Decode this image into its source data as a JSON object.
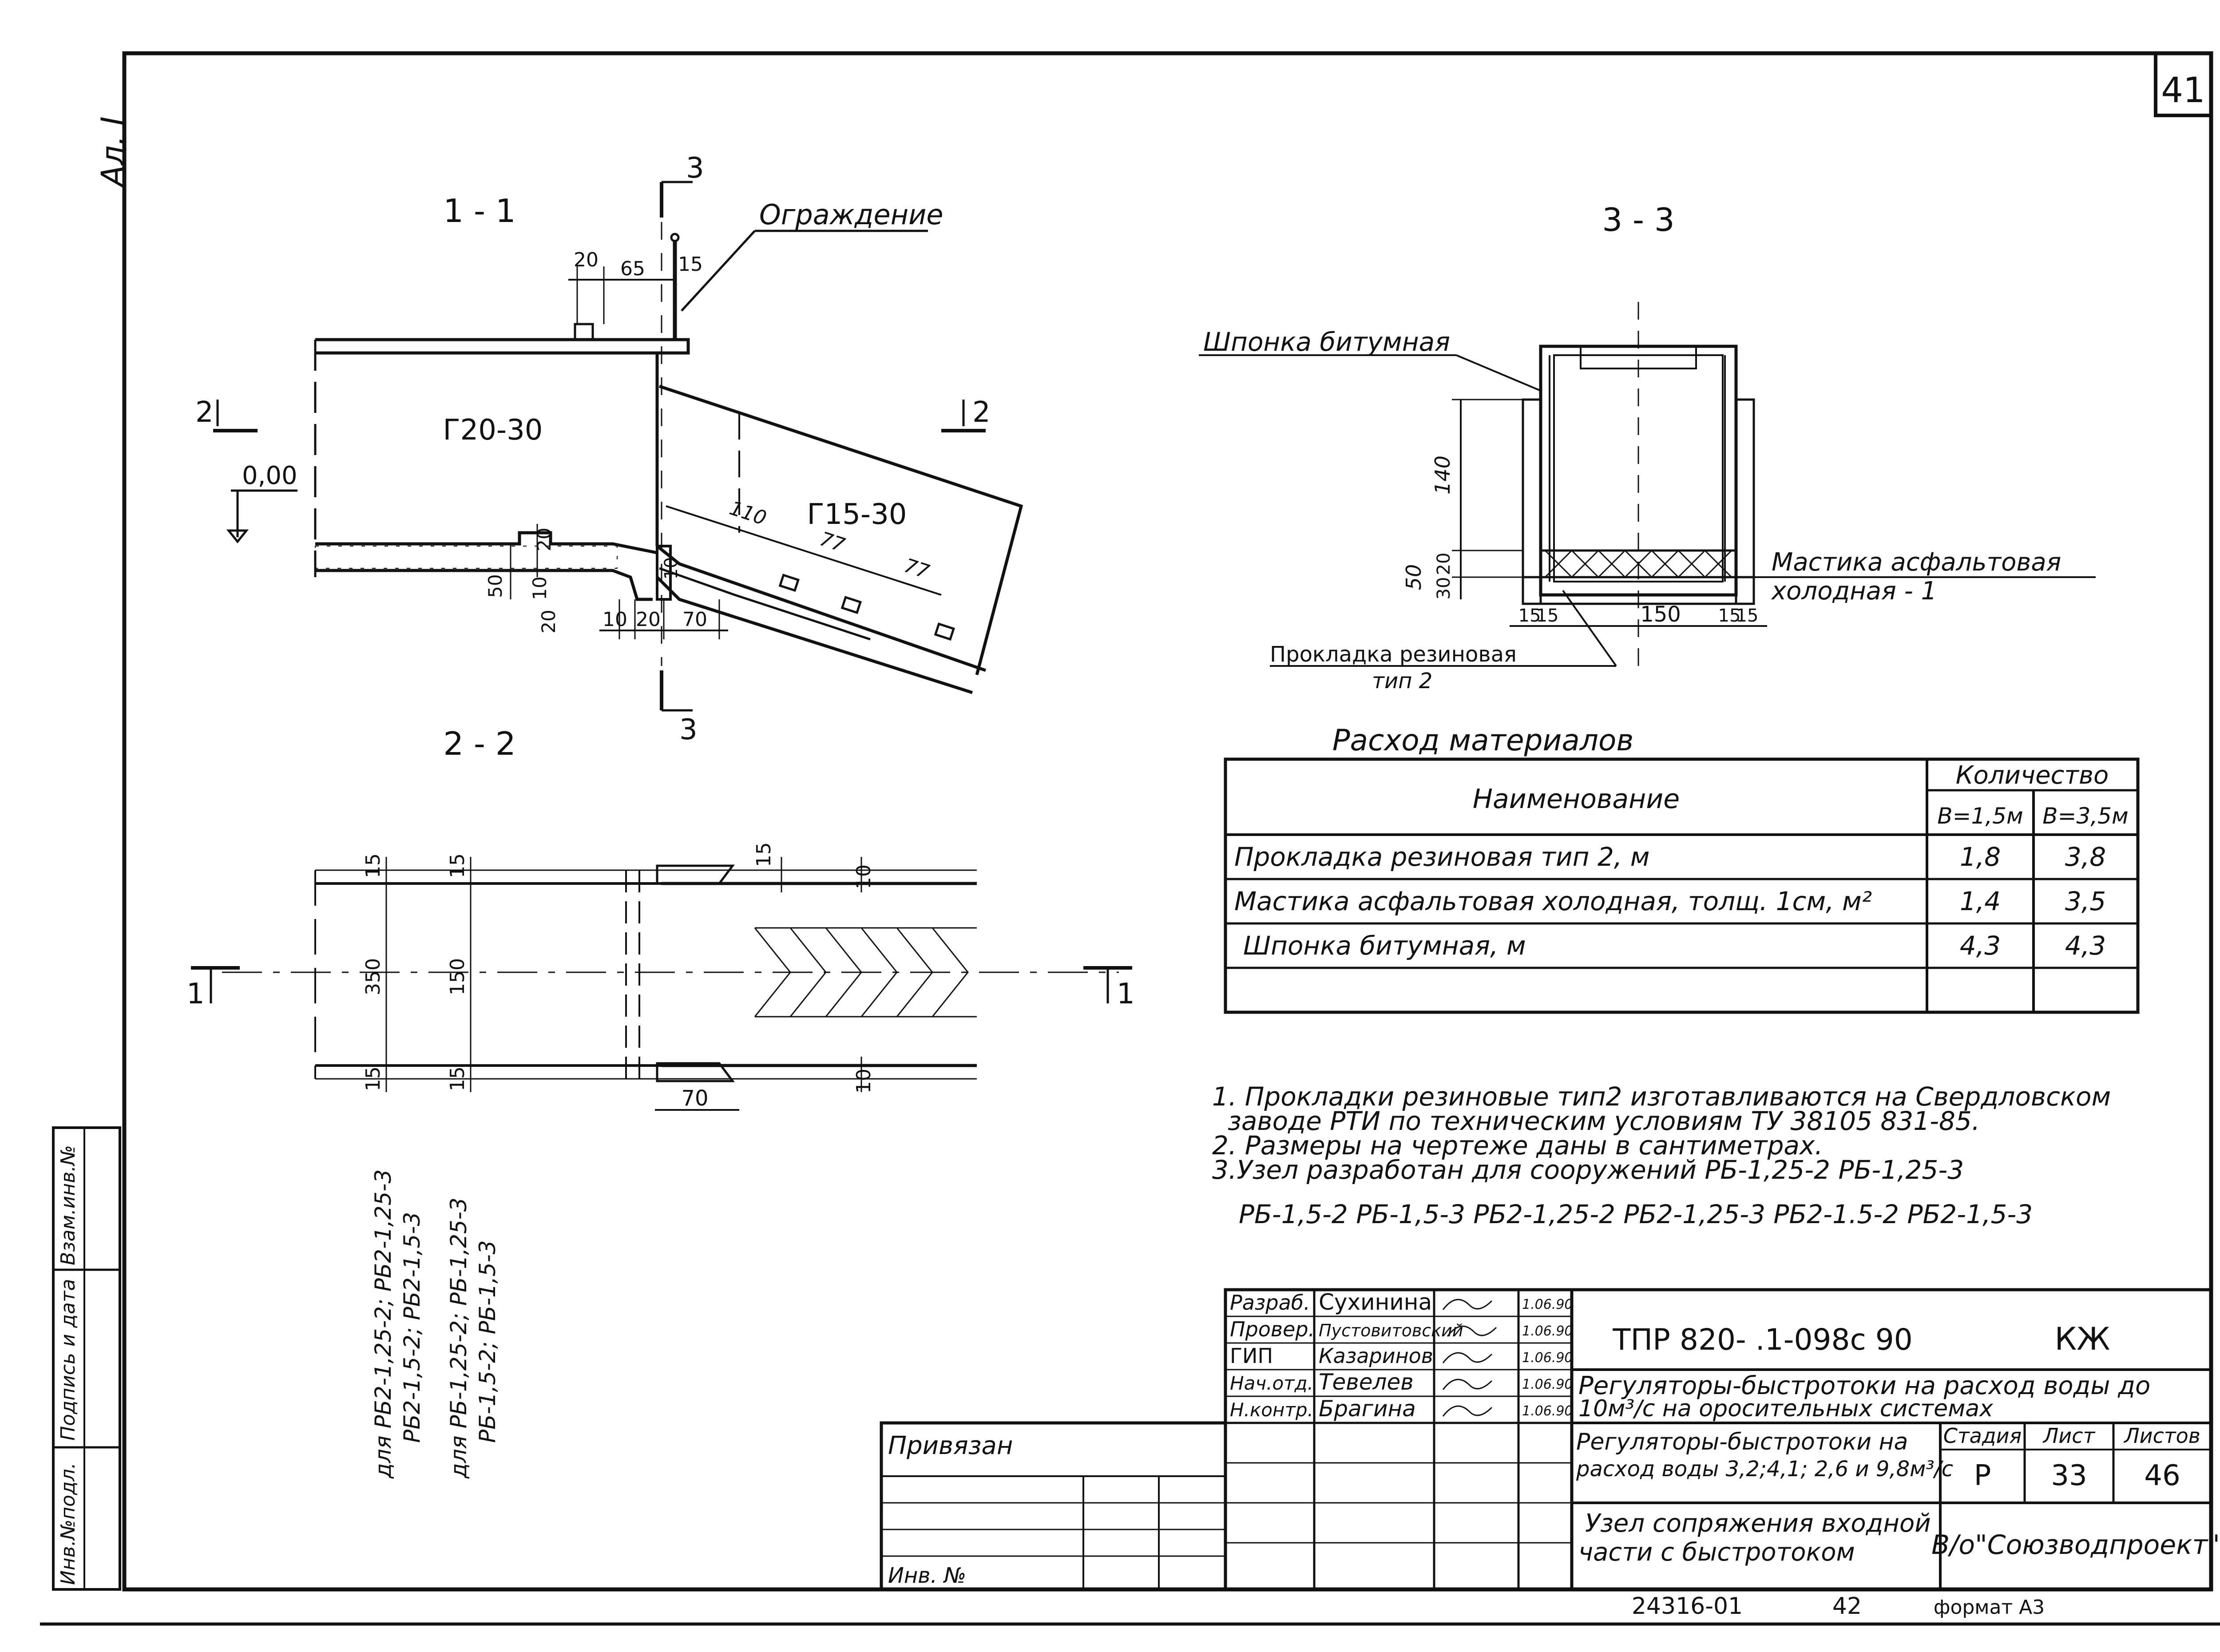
{
  "sheet": {
    "page_number": "41",
    "side_label": "Ал. I",
    "format_label": "формат А3",
    "archive_number": "24316-01",
    "archive_page": "42"
  },
  "side_stamp": {
    "cells": [
      "Инв.№подл.",
      "Подпись и дата",
      "Взам.инв.№"
    ]
  },
  "section_1_1": {
    "title": "1 - 1",
    "fence_label": "Ограждение",
    "block_left": "Г20-30",
    "block_right": "Г15-30",
    "level_mark": "0,00",
    "cut_2_left": "2",
    "cut_2_right": "2",
    "cut_3_top": "3",
    "cut_3_bottom": "3",
    "dims": [
      "20",
      "65",
      "15",
      "20",
      "50",
      "10",
      "20",
      "10",
      "20",
      "70",
      "10",
      "110",
      "77",
      "77"
    ]
  },
  "section_2_2": {
    "title": "2 - 2",
    "cut_1_left": "1",
    "cut_1_right": "1",
    "dims": [
      "15",
      "15",
      "15",
      "10",
      "350",
      "150",
      "15",
      "15",
      "10",
      "70"
    ],
    "note_rb2": [
      "для РБ2-1,25-2; РБ2-1,25-3",
      "РБ2-1,5-2; РБ2-1,5-3"
    ],
    "note_rb": [
      "для РБ-1,25-2; РБ-1,25-3",
      "РБ-1,5-2; РБ-1,5-3"
    ]
  },
  "section_3_3": {
    "title": "3 - 3",
    "label_shponka": "Шпонка битумная",
    "label_mastika_1": "Мастика асфальтовая",
    "label_mastika_2": "холодная - 1",
    "label_prokladka_1": "Прокладка резиновая",
    "label_prokladka_2": "тип 2",
    "dims": [
      "140",
      "20",
      "30",
      "50",
      "15",
      "15",
      "150",
      "15",
      "15"
    ]
  },
  "materials": {
    "title": "Расход материалов",
    "headers": {
      "name": "Наименование",
      "qty": "Количество",
      "b1": "В=1,5м",
      "b2": "В=3,5м"
    },
    "rows": [
      {
        "name": "Прокладка резиновая тип 2, м",
        "b1": "1,8",
        "b2": "3,8"
      },
      {
        "name": "Мастика асфальтовая холодная, толщ. 1см, м²",
        "b1": "1,4",
        "b2": "3,5"
      },
      {
        "name": "Шпонка битумная, м",
        "b1": "4,3",
        "b2": "4,3"
      },
      {
        "name": "",
        "b1": "",
        "b2": ""
      }
    ]
  },
  "notes": [
    "1. Прокладки резиновые тип2 изготавливаются на Свердловском",
    "заводе РТИ по техническим условиям ТУ 38105 831-85.",
    "2. Размеры на чертеже даны в сантиметрах.",
    "3.Узел разработан для сооружений РБ-1,25-2 РБ-1,25-3",
    "РБ-1,5-2 РБ-1,5-3 РБ2-1,25-2 РБ2-1,25-3 РБ2-1.5-2 РБ2-1,5-3"
  ],
  "title_block": {
    "signatures": [
      {
        "role": "Разраб.",
        "name": "Сухинина",
        "date": "1.06.90"
      },
      {
        "role": "Провер.",
        "name": "Пустовитовский",
        "date": "1.06.90"
      },
      {
        "role": "ГИП",
        "name": "Казаринов",
        "date": "1.06.90"
      },
      {
        "role": "Нач.отд.",
        "name": "Тевелев",
        "date": "1.06.90"
      },
      {
        "role": "Н.контр.",
        "name": "Брагина",
        "date": "1.06.90"
      }
    ],
    "doc_code": "ТПР 820- .1-098с 90",
    "mark": "КЖ",
    "project_title_1": "Регуляторы-быстротоки на расход воды до",
    "project_title_2": "10м³/с на оросительных системах",
    "object_1": "Регуляторы-быстротоки на",
    "object_2": "расход воды 3,2;4,1; 2,6 и 9,8м³/с",
    "drawing_1": "Узел сопряжения входной",
    "drawing_2": "части с быстротоком",
    "stage_label": "Стадия",
    "sheet_label": "Лист",
    "sheets_label": "Листов",
    "stage": "Р",
    "sheet": "33",
    "sheets": "46",
    "organization": "В/о\"Союзводпроект\"",
    "privyazan": "Привязан",
    "inv_no": "Инв. №"
  }
}
